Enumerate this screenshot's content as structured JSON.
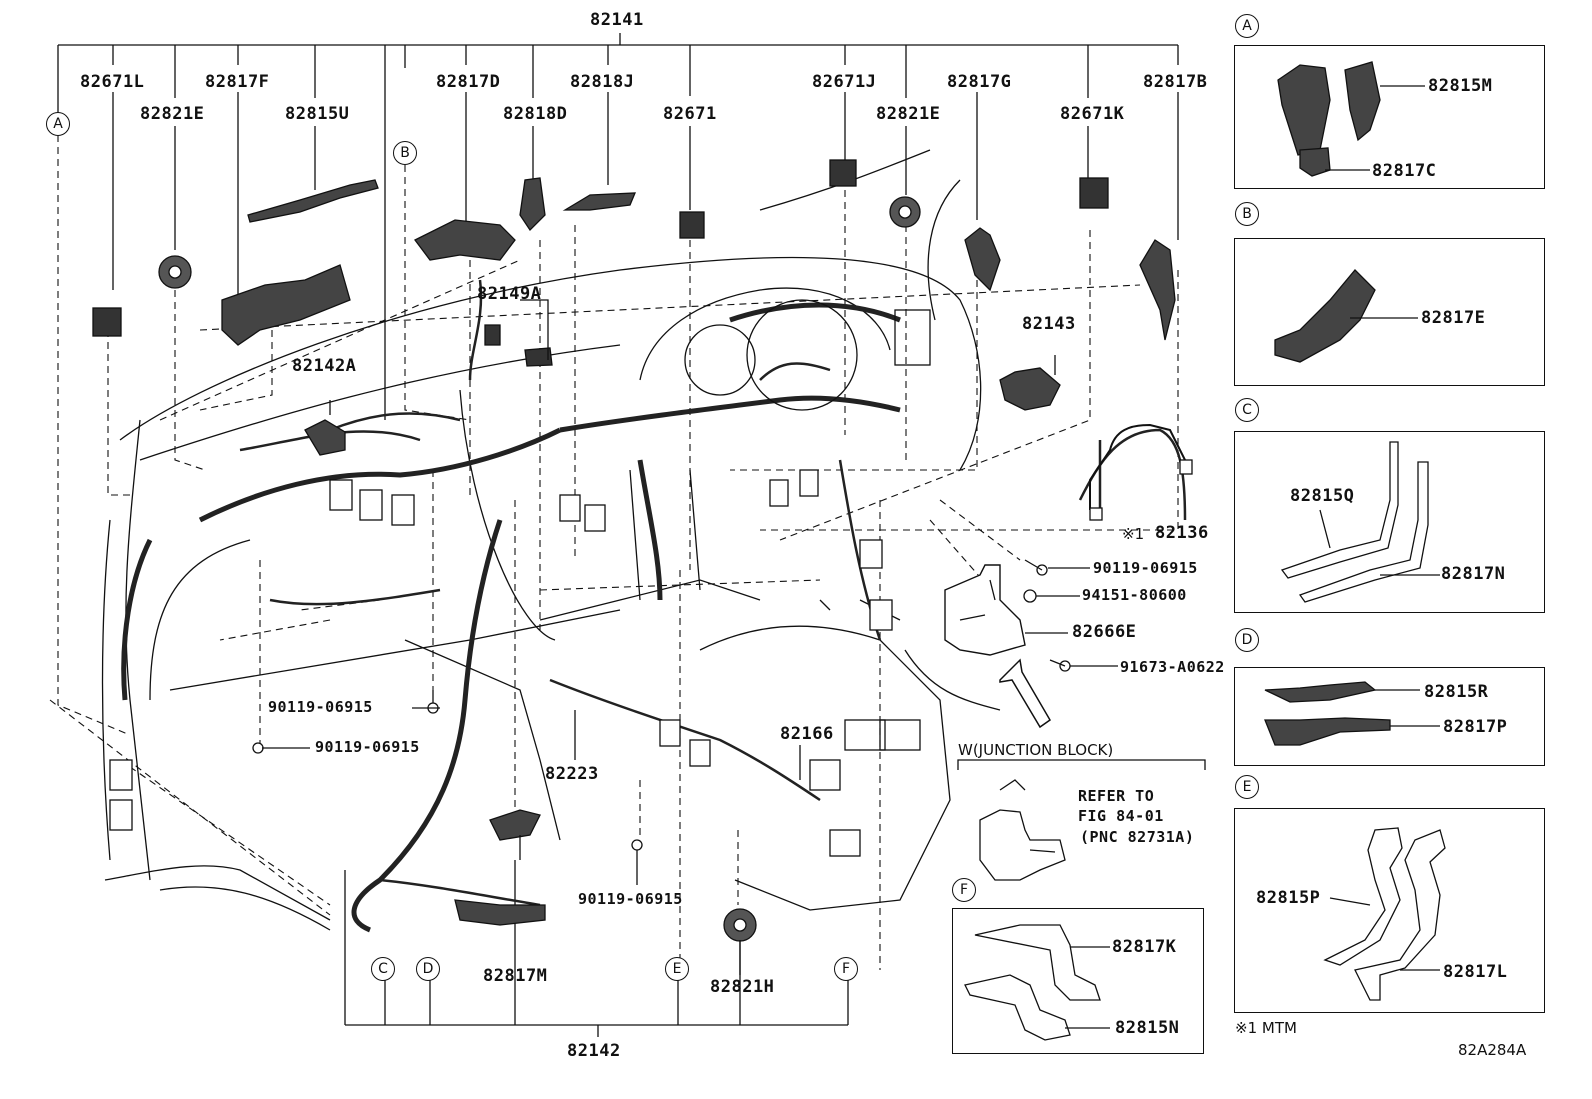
{
  "labels": {
    "p82141": "82141",
    "p82671L": "82671L",
    "p82817F": "82817F",
    "p82821E_left": "82821E",
    "p82815U": "82815U",
    "p82817D": "82817D",
    "p82818J": "82818J",
    "p82818D": "82818D",
    "p82671": "82671",
    "p82671J": "82671J",
    "p82817G": "82817G",
    "p82821E_right": "82821E",
    "p82671K": "82671K",
    "p82817B": "82817B",
    "p82149A": "82149A",
    "p82142A": "82142A",
    "p82143": "82143",
    "p82136": "82136",
    "p82136_mark": "※1",
    "p90119_r": "90119-06915",
    "p94151": "94151-80600",
    "p82666E": "82666E",
    "p91673": "91673-A0622",
    "p90119_l1": "90119-06915",
    "p90119_l2": "90119-06915",
    "p82166": "82166",
    "p82223": "82223",
    "p90119_c": "90119-06915",
    "p82817M": "82817M",
    "p82821H": "82821H",
    "p82142": "82142"
  },
  "junction_block": {
    "title": "W(JUNCTION BLOCK)",
    "refer_line1": "REFER TO",
    "refer_line2": "FIG 84-01",
    "refer_line3": "(PNC 82731A)"
  },
  "callouts": {
    "A": "A",
    "B": "B",
    "C": "C",
    "D": "D",
    "E": "E",
    "F": "F"
  },
  "detail_boxes": {
    "A": {
      "circle": "A",
      "parts": [
        "82815M",
        "82817C"
      ]
    },
    "B": {
      "circle": "B",
      "parts": [
        "82817E"
      ]
    },
    "C": {
      "circle": "C",
      "parts": [
        "82815Q",
        "82817N"
      ]
    },
    "D": {
      "circle": "D",
      "parts": [
        "82815R",
        "82817P"
      ]
    },
    "E": {
      "circle": "E",
      "parts": [
        "82815P",
        "82817L"
      ]
    },
    "F": {
      "circle": "F",
      "parts": [
        "82817K",
        "82815N"
      ]
    }
  },
  "footnote": "※1 MTM",
  "figure_code": "82A284A"
}
